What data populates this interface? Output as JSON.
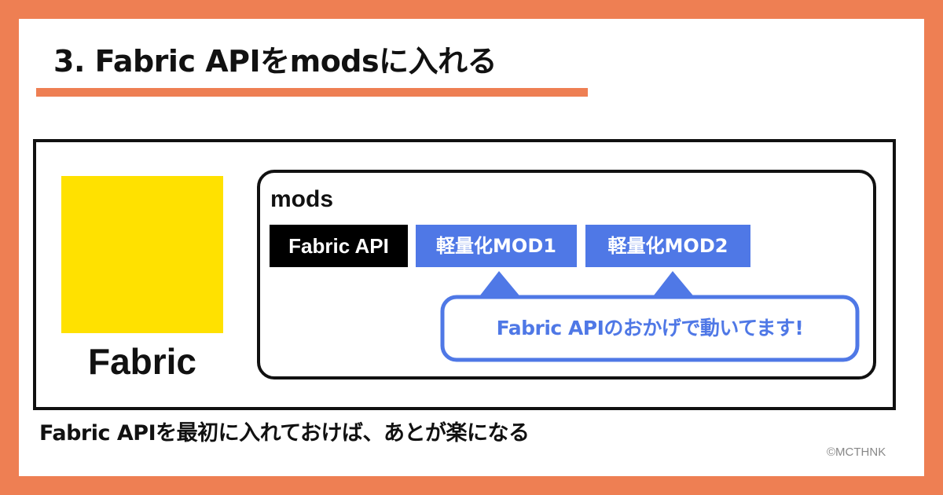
{
  "title": "3. Fabric APIをmodsに入れる",
  "fabric": {
    "label": "Fabric"
  },
  "mods": {
    "label": "mods",
    "items": [
      {
        "label": "Fabric API"
      },
      {
        "label": "軽量化MOD1"
      },
      {
        "label": "軽量化MOD2"
      }
    ]
  },
  "callout": {
    "text": "Fabric APIのおかげで動いてます!"
  },
  "footer": {
    "text": "Fabric APIを最初に入れておけば、あとが楽になる"
  },
  "credit": "©MCTHNK",
  "colors": {
    "background": "#ee7f53",
    "fabric_logo": "#ffe100",
    "mod_chip_blue": "#4f78e6",
    "mod_chip_black": "#000000"
  }
}
